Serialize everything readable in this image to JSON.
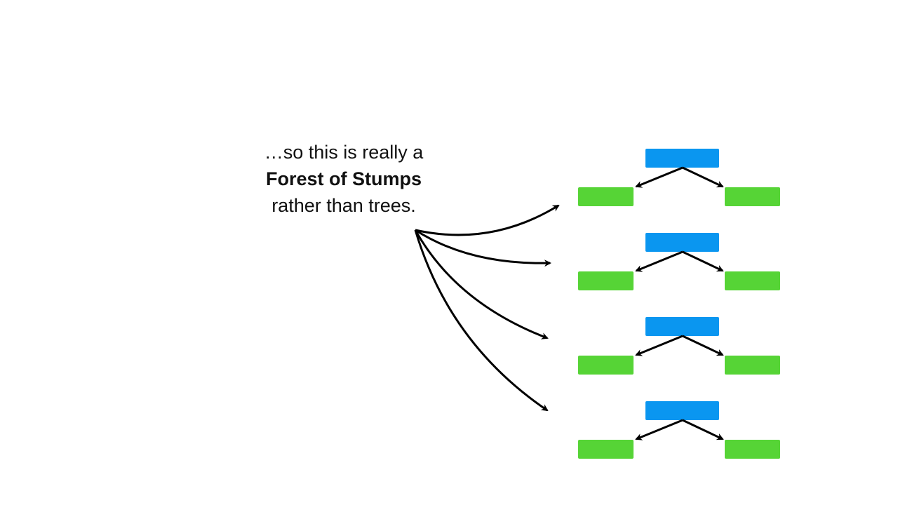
{
  "caption": {
    "line1": "…so this is really a",
    "line2_bold": "Forest of Stumps",
    "line3": "rather than trees."
  },
  "stumps": [
    {
      "root_color": "#0a96f0",
      "leaf_color": "#56d436"
    },
    {
      "root_color": "#0a96f0",
      "leaf_color": "#56d436"
    },
    {
      "root_color": "#0a96f0",
      "leaf_color": "#56d436"
    },
    {
      "root_color": "#0a96f0",
      "leaf_color": "#56d436"
    }
  ],
  "colors": {
    "text": "#111111",
    "arrow": "#000000",
    "root": "#0a96f0",
    "leaf": "#56d436"
  }
}
